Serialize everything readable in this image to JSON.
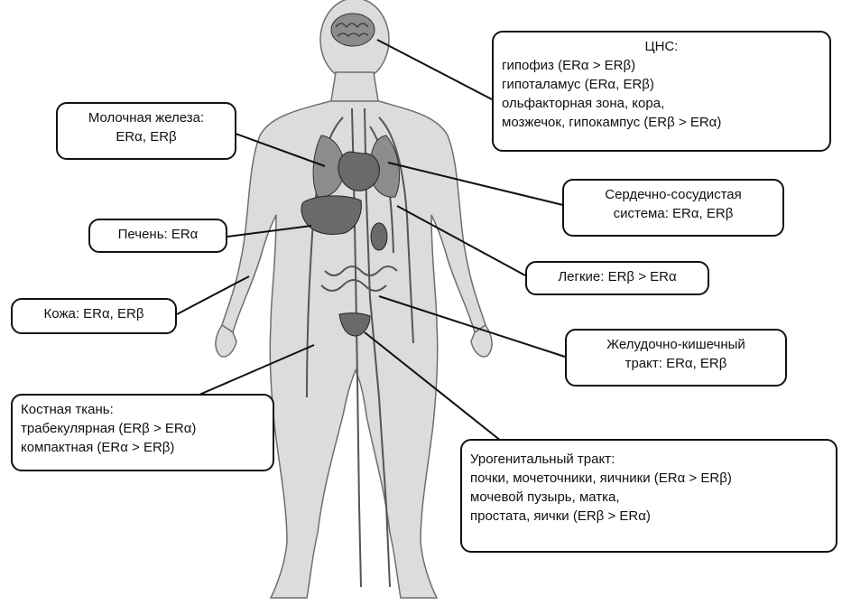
{
  "labels": {
    "cns": {
      "title": "ЦНС:",
      "lines": [
        "гипофиз (ERα > ERβ)",
        "гипоталамус (ERα, ERβ)",
        "ольфакторная зона, кора,",
        "мозжечок, гипокампус (ERβ > ERα)"
      ]
    },
    "mammary": {
      "lines": [
        "Молочная железа:",
        "ERα, ERβ"
      ]
    },
    "liver": {
      "lines": [
        "Печень: ERα"
      ]
    },
    "cardio": {
      "lines": [
        "Сердечно-сосудистая",
        "система: ERα, ERβ"
      ]
    },
    "lungs": {
      "lines": [
        "Легкие: ERβ > ERα"
      ]
    },
    "skin": {
      "lines": [
        "Кожа: ERα, ERβ"
      ]
    },
    "gi": {
      "lines": [
        "Желудочно-кишечный",
        "тракт: ERα, ERβ"
      ]
    },
    "bone": {
      "lines": [
        "Костная ткань:",
        "трабекулярная (ERβ > ERα)",
        "компактная (ERα > ERβ)"
      ]
    },
    "urogenital": {
      "lines": [
        "Урогенитальный тракт:",
        "почки, мочеточники, яичники (ERα > ERβ)",
        "мочевой пузырь, матка,",
        "простата, яички (ERβ > ERα)"
      ]
    }
  },
  "colors": {
    "body_fill": "#dcdcdc",
    "body_stroke": "#6e6e6e",
    "organ_dark": "#6a6a6a",
    "organ_mid": "#8c8c8c",
    "vessel": "#555555",
    "box_border": "#111111"
  }
}
